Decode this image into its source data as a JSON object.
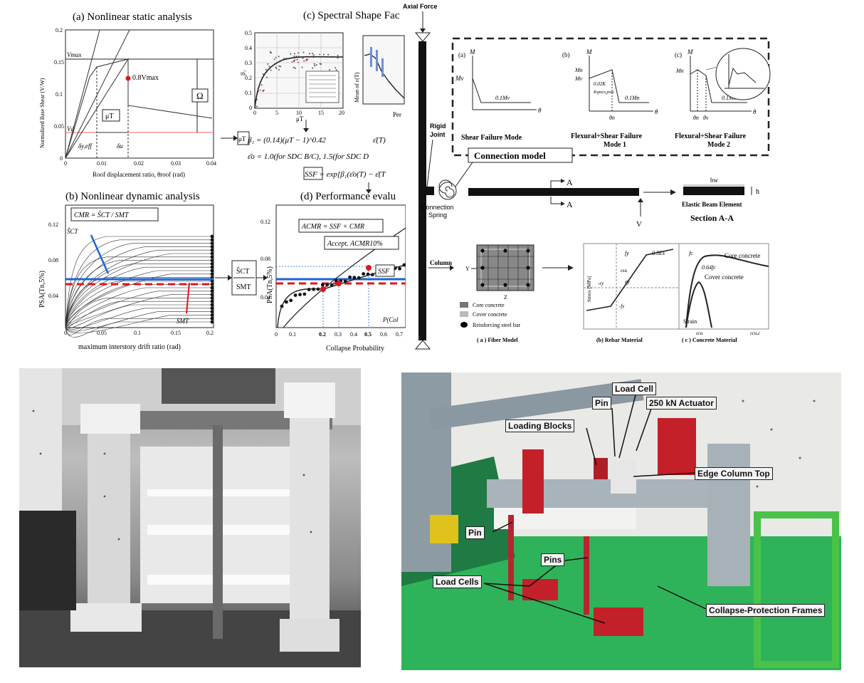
{
  "figure_a": {
    "title": "(a) Nonlinear  static analysis",
    "ylabel": "Normalized Base Shear (V/W)",
    "xlabel": "Roof displacement ratio, θroof (rad)",
    "yticks": [
      "0",
      "0.05",
      "0.1",
      "0.15",
      "0.2"
    ],
    "xticks": [
      "0",
      "0.01",
      "0.02",
      "0.03",
      "0.04"
    ],
    "vmax": "Vmax",
    "vd": "Vd",
    "point_label": "0.8Vmax",
    "mu_label": "μT",
    "omega": "Ω",
    "dy": "δy,eff",
    "du": "δu"
  },
  "arrow_mu": "μT",
  "figure_b": {
    "title": "(b) Nonlinear  dynamic analysis",
    "ylabel": "PSA(Tn,5%)",
    "xlabel": "maximum interstory drift ratio (rad)",
    "yticks": [
      "0.04",
      "0.08",
      "0.12"
    ],
    "xticks": [
      "0",
      "0.05",
      "0.1",
      "0.15",
      "0.2"
    ],
    "cmr_eq": "CMR = ŜCT / SMT",
    "sct": "ŜCT",
    "smt": "SMT"
  },
  "arrow_ratio": {
    "top": "ŜCT",
    "bottom": "SMT"
  },
  "figure_c": {
    "title": "(c) Spectral Shape Fac",
    "ylabel": "β₁",
    "xlabel": "μT",
    "xticks": [
      "0",
      "5",
      "10",
      "15",
      "20"
    ],
    "yticks": [
      "0",
      "0.1",
      "0.2",
      "0.3",
      "0.4",
      "0.5"
    ],
    "inset_xlabel": "Per",
    "inset_ylabel": "Mean of ε(T)",
    "eq1": "β₁ = (0.14)(μT − 1)^0.42",
    "eq1b": "ε̄(T)",
    "eq2": "ε̄o = 1.0(for SDC B/C), 1.5(for SDC D",
    "eq3": "SSF = exp[β₁(ε̄o(T) − ε̄(T"
  },
  "figure_d": {
    "title": "(d) Performance evalu",
    "ylabel": "PSA(Tn,5%)",
    "xlabel": "Collapse Probability",
    "yticks": [
      "0.04",
      "0.08",
      "0.12"
    ],
    "xticks": [
      "0",
      "0.1",
      "0.2",
      "0.3",
      "0.4",
      "0.5",
      "0.6",
      "0.7"
    ],
    "acmr_eq": "ACMR = SSF × CMR",
    "accept": "Accept. ACMR10%",
    "ssf": "SSF",
    "pcol": "P(Col"
  },
  "model": {
    "axial_force": "Axial Force",
    "rigid_joint": "Rigid\nJoint",
    "connection_spring": "Connection\nSpring",
    "connection_model": "Connection model",
    "sub_a": {
      "tag": "(a)",
      "m": "M",
      "mv": "Mv",
      "mv01": "0.1Mv",
      "theta": "θ",
      "caption": "Shear Failure Mode"
    },
    "sub_b": {
      "tag": "(b)",
      "m": "M",
      "mn": "Mn",
      "mv": "Mv",
      "k1": "0.02K",
      "k2": "Kspecs,post",
      "thetan": "θn",
      "m01": "0.1Mn",
      "theta": "θ",
      "caption1": "Flexural+Shear Failure",
      "caption2": "Mode 1"
    },
    "sub_c": {
      "tag": "(c)",
      "m": "M",
      "mn": "Mn",
      "thetan": "θn",
      "thetav": "θv",
      "m01": "0.1Mn",
      "theta": "θ",
      "caption1": "Flexural+Shear Failure",
      "caption2": "Mode 2"
    },
    "section_a1": "A",
    "section_a2": "A",
    "v": "V",
    "bw": "bw",
    "h": "h",
    "elastic_beam": "Elastic Beam Element",
    "section_aa": "Section A-A",
    "column": "Column",
    "fiber": {
      "y": "Y",
      "z": "Z",
      "core": "Core concrete",
      "cover": "Cover concrete",
      "steel": "Reinforcing steel bar",
      "caption": "( a )  Fiber Model"
    },
    "rebar": {
      "fy": "fy",
      "ey": "εy",
      "eu": "εsu",
      "minus_ey": "-εy",
      "minus_fy": "-fy",
      "slope": "0.5Es",
      "ylabel": "Stress [MPa]",
      "caption": "(b) Rebar Material"
    },
    "concrete": {
      "fc": "fc",
      "fc2": "0.64fc",
      "core": "Core concrete",
      "cover": "Cover concrete",
      "ecu": "εcu",
      "ecu2": "εcu,c",
      "xlabel": "Strain",
      "caption": "( c )  Concrete  Material"
    }
  },
  "photo_right": {
    "labels": [
      "Load Cell",
      "Pin",
      "250 kN Actuator",
      "Loading Blocks",
      "Edge Column Top",
      "Pin",
      "Pins",
      "Load Cells",
      "Collapse-Protection Frames"
    ]
  }
}
